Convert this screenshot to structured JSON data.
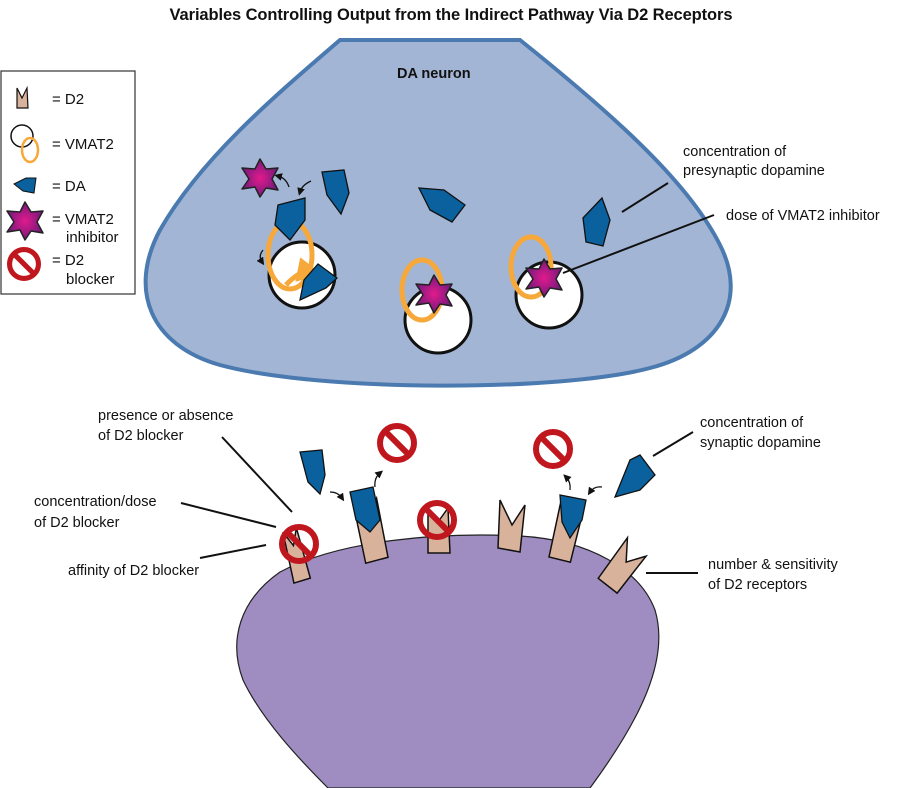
{
  "title": "Variables Controlling Output from the Indirect Pathway Via D2 Receptors",
  "colors": {
    "presynaptic_fill": "#a3b5d4",
    "presynaptic_stroke": "#4a7ab0",
    "postsynaptic_fill": "#9f8dc2",
    "dopamine": "#0b609e",
    "d2_receptor": "#d9b29c",
    "vmat2": "#f7a83a",
    "vmat2_inhibitor": "#b0208e",
    "d2_blocker": "#c0161d"
  },
  "legend": {
    "items": [
      {
        "icon": "d2-receptor-icon",
        "label_lines": [
          "= D2"
        ]
      },
      {
        "icon": "vmat2-icon",
        "label_lines": [
          "= VMAT2"
        ]
      },
      {
        "icon": "dopamine-icon",
        "label_lines": [
          "= DA"
        ]
      },
      {
        "icon": "vmat2-inhibitor-icon",
        "label_lines": [
          "= VMAT2",
          "inhibitor"
        ]
      },
      {
        "icon": "d2-blocker-icon",
        "label_lines": [
          "= D2",
          "blocker"
        ]
      }
    ]
  },
  "presynaptic": {
    "label": "DA neuron"
  },
  "annotations": {
    "presynaptic_dopamine": [
      "concentration of",
      "presynaptic dopamine"
    ],
    "vmat2_inhibitor_dose": [
      "dose of VMAT2 inhibitor"
    ],
    "d2_blocker_presence": [
      "presence or absence",
      "of D2 blocker"
    ],
    "d2_blocker_concentration": [
      "concentration/dose",
      "of D2 blocker"
    ],
    "d2_blocker_affinity": [
      "affinity of D2 blocker"
    ],
    "synaptic_dopamine": [
      "concentration of",
      "synaptic dopamine"
    ],
    "d2_receptors": [
      "number & sensitivity",
      "of D2 receptors"
    ]
  }
}
